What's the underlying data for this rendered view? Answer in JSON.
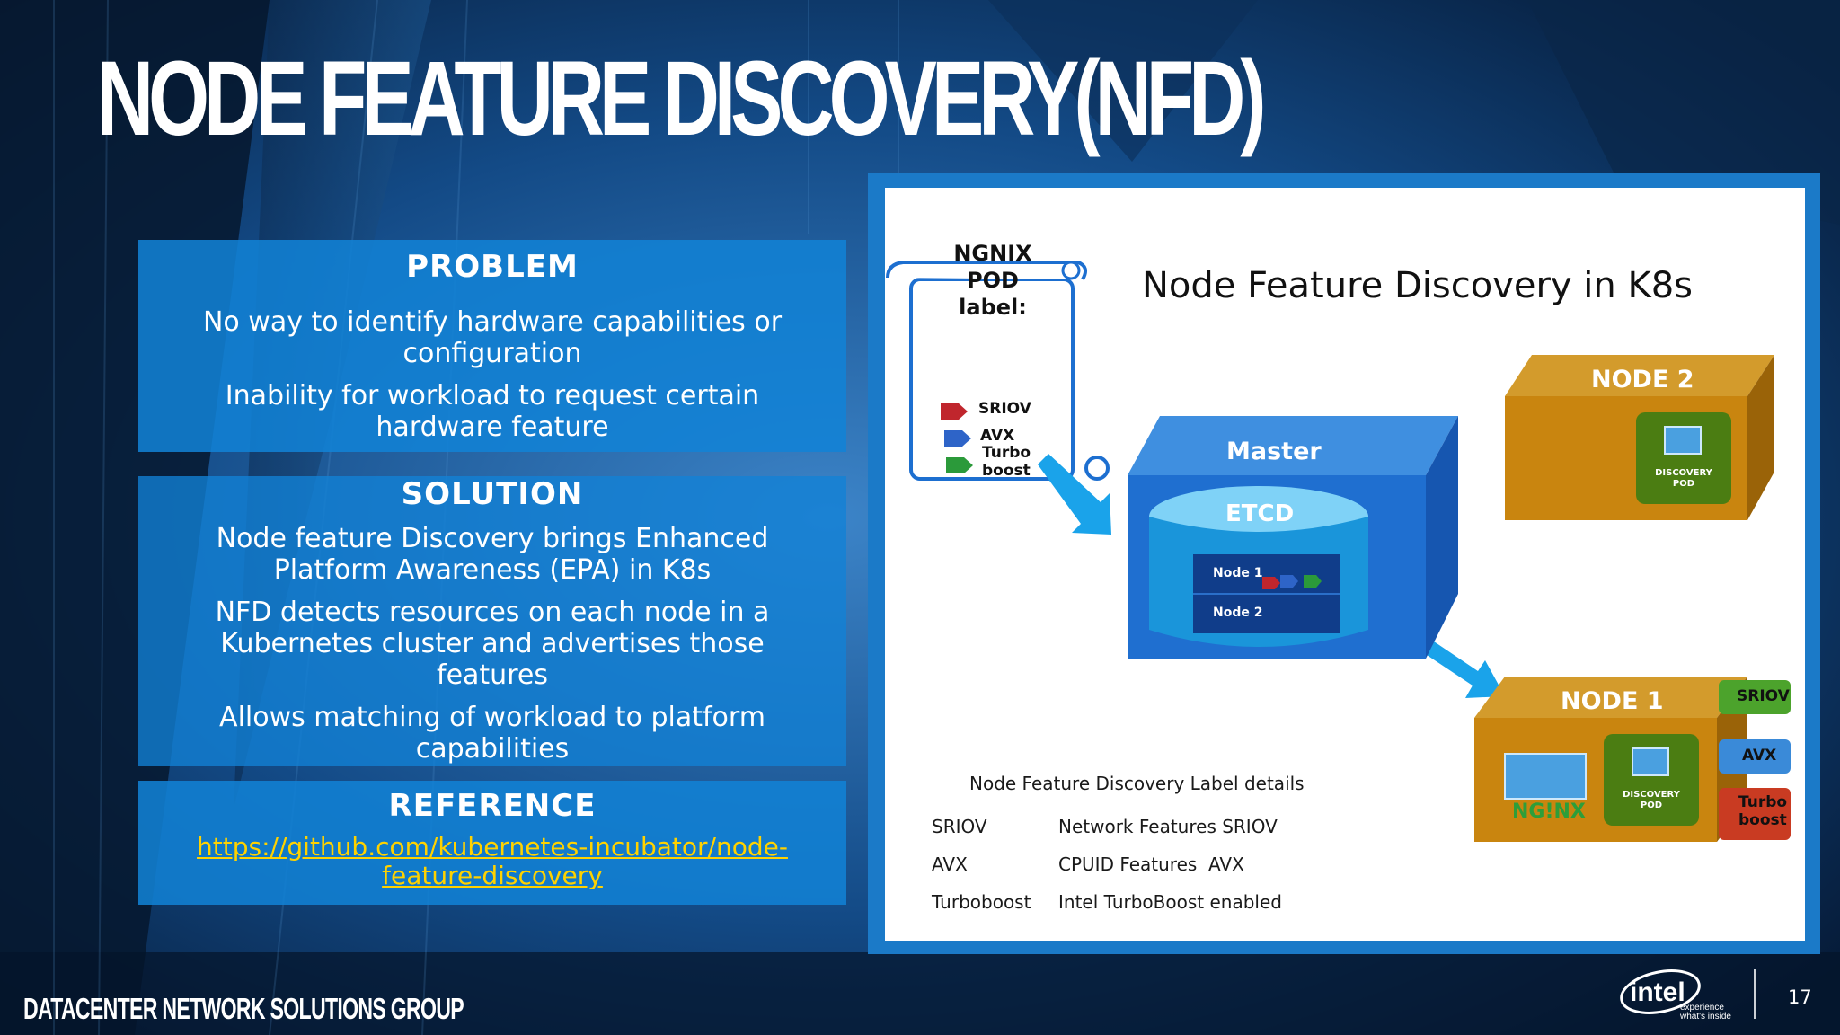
{
  "title": "NODE FEATURE DISCOVERY(NFD)",
  "problem": {
    "heading": "PROBLEM",
    "lines": [
      "No way to identify hardware capabilities or configuration",
      "Inability for workload to request certain hardware feature"
    ]
  },
  "solution": {
    "heading": "SOLUTION",
    "lines": [
      "Node feature Discovery brings Enhanced Platform Awareness (EPA) in K8s",
      "NFD detects resources on each node in a Kubernetes cluster and advertises those features",
      "Allows matching of workload to platform capabilities"
    ]
  },
  "reference": {
    "heading": "REFERENCE",
    "link": "https://github.com/kubernetes-incubator/node-feature-discovery"
  },
  "diagram": {
    "title": "Node Feature Discovery in K8s",
    "pod_label": {
      "title_lines": [
        "NGNIX",
        "POD",
        "label:"
      ],
      "tags": [
        "SRIOV",
        "AVX",
        "Turbo",
        "boost"
      ]
    },
    "master": {
      "label": "Master",
      "etcd": "ETCD",
      "rows": [
        "Node 1",
        "Node 2"
      ]
    },
    "node2": {
      "label": "NODE 2",
      "discovery_pod": [
        "DISCOVERY",
        "POD"
      ]
    },
    "node1": {
      "label": "NODE 1",
      "nginx": "NG!NX",
      "discovery_pod": [
        "DISCOVERY",
        "POD"
      ],
      "features": [
        "SRIOV",
        "AVX",
        "Turbo",
        "boost"
      ]
    },
    "label_details": {
      "heading": "Node Feature Discovery Label details",
      "rows": [
        {
          "name": "SRIOV",
          "desc": "Network Features SRIOV"
        },
        {
          "name": "AVX",
          "desc": "CPUID Features  AVX"
        },
        {
          "name": "Turboboost",
          "desc": "Intel TurboBoost enabled"
        }
      ]
    }
  },
  "footer": {
    "group": "DATACENTER NETWORK SOLUTIONS GROUP",
    "logo": {
      "brand": "intel",
      "tag1": "experience",
      "tag2": "what's inside"
    },
    "page": "17"
  },
  "colors": {
    "accent_blue": "#1282d6",
    "link_yellow": "#ffd200",
    "node_orange": "#c9850f",
    "master_blue": "#1f6fd0"
  }
}
